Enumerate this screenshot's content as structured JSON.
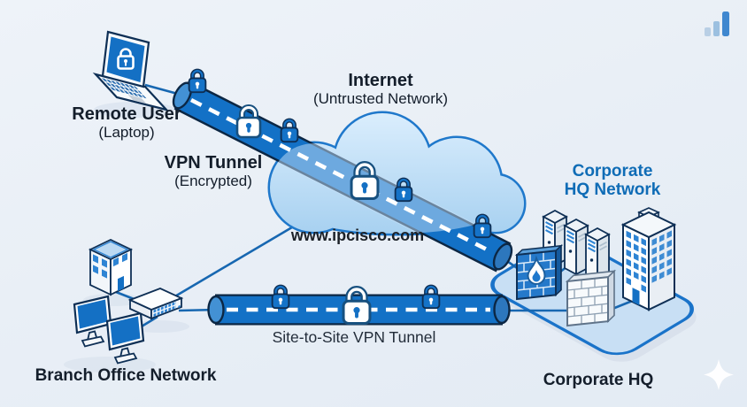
{
  "labels": {
    "remote_user": {
      "title": "Remote User",
      "subtitle": "(Laptop)"
    },
    "vpn_tunnel": {
      "title": "VPN Tunnel",
      "subtitle": "(Encrypted)"
    },
    "internet": {
      "title": "Internet",
      "subtitle": "(Untrusted Network)"
    },
    "corporate_hq_network": {
      "line1": "Corporate",
      "line2": "HQ Network"
    },
    "site_to_site_tunnel": "Site-to-Site VPN Tunnel",
    "branch_office": "Branch Office Network",
    "corporate_hq": "Corporate HQ",
    "watermark": "www.ipcisco.com"
  },
  "colors": {
    "tunnel_blue": "#1371c6",
    "outline_navy": "#0c2744",
    "accent_blue": "#1a73c9",
    "label_blue": "#0f6cb6",
    "text_dark": "#141e2b",
    "platform_fill": "#c8dff4",
    "cloud_top": "#d9edfc",
    "cloud_bottom": "#a6d0f0",
    "background": "#e9eff6"
  },
  "icons": [
    "laptop-icon",
    "padlock-icon",
    "cloud-icon",
    "network-switch-icon",
    "monitor-icon",
    "office-building-icon",
    "server-rack-icon",
    "firewall-icon",
    "brick-wall-icon",
    "bar-chart-icon",
    "sparkle-icon"
  ]
}
